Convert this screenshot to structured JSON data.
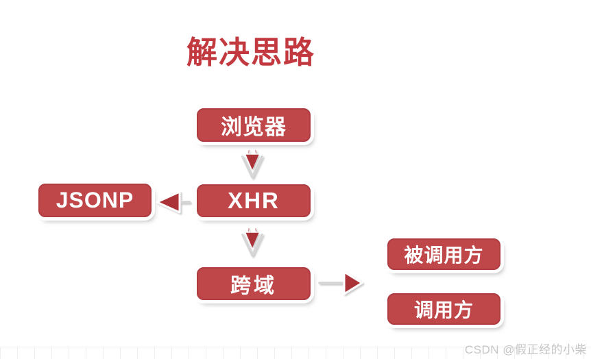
{
  "title": "解决思路",
  "watermark": "CSDN @假正经的小柴",
  "colors": {
    "box_fill": "#bf4649",
    "box_edge": "#ae3c41",
    "box_text": "#ffffff",
    "title": "#c23a3f",
    "arrow_red": "#ab3338",
    "arrow_gray": "#d6d6d6"
  },
  "nodes": [
    {
      "id": "browser",
      "label": "浏览器"
    },
    {
      "id": "jsonp",
      "label": "JSONP"
    },
    {
      "id": "xhr",
      "label": "XHR"
    },
    {
      "id": "crossdomain",
      "label": "跨域"
    },
    {
      "id": "callee",
      "label": "被调用方"
    },
    {
      "id": "caller",
      "label": "调用方"
    }
  ],
  "edges": [
    {
      "from": "browser",
      "to": "xhr",
      "direction": "down"
    },
    {
      "from": "xhr",
      "to": "jsonp",
      "direction": "left"
    },
    {
      "from": "xhr",
      "to": "crossdomain",
      "direction": "down"
    },
    {
      "from": "crossdomain",
      "to": "callee,caller",
      "direction": "right"
    }
  ]
}
